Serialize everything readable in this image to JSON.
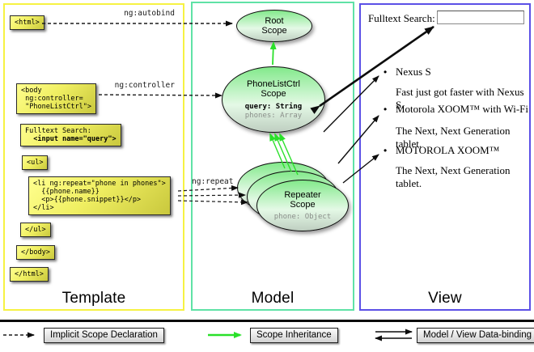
{
  "colors": {
    "template_border": "#f6f243",
    "model_border": "#5fe2a6",
    "view_border": "#5b50e6",
    "code_box_yellow": "#f0ef62",
    "scope_fill_green": "#83e98b",
    "inheritance_arrow_green": "#2ae02a",
    "binding_arrow_black": "#111111"
  },
  "template_column": {
    "title": "Template",
    "boxes": {
      "html_open": "<html>",
      "body_open": "<body\n ng:controller=\n \"PhoneListCtrl\">",
      "fulltext_line1": "Fulltext Search:",
      "fulltext_line2": "  <input name=\"query\">",
      "ul_open": "<ul>",
      "li_repeat": "<li ng:repeat=\"phone in phones\">\n  {{phone.name}}\n  <p>{{phone.snippet}}</p>\n</li>",
      "ul_close": "</ul>",
      "body_close": "</body>",
      "html_close": "</html>"
    },
    "arrow_labels": {
      "autobind": "ng:autobind",
      "controller": "ng:controller",
      "repeat": "ng:repeat"
    }
  },
  "model_column": {
    "title": "Model",
    "root_scope": {
      "line1": "Root",
      "line2": "Scope"
    },
    "phonelist_scope": {
      "line1": "PhoneListCtrl",
      "line2": "Scope",
      "prop_query": "query: String",
      "prop_phones": "phones: Array"
    },
    "repeater_scope": {
      "line1": "Repeater",
      "line2": "Scope",
      "prop_phone": "phone: Object"
    }
  },
  "view_column": {
    "title": "View",
    "search_label": "Fulltext Search:",
    "search_value": "",
    "bullet_glyph": "•",
    "items": [
      {
        "name": "Nexus S",
        "snippet": "Fast just got faster with Nexus S."
      },
      {
        "name": "Motorola XOOM™ with Wi-Fi",
        "snippet": "The Next, Next Generation tablet."
      },
      {
        "name": "MOTOROLA XOOM™",
        "snippet": "The Next, Next Generation tablet."
      }
    ]
  },
  "legend": {
    "implicit": "Implicit Scope Declaration",
    "inheritance": "Scope Inheritance",
    "binding": "Model / View Data-binding"
  }
}
